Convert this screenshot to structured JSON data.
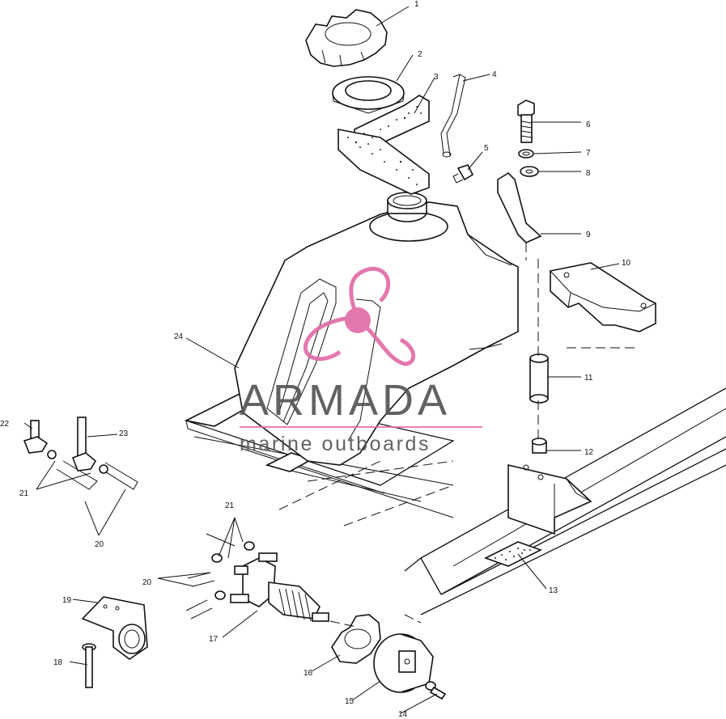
{
  "watermark": {
    "brand": "ARMADA",
    "tagline": "marine outboards",
    "accent_color": "#e06aa6",
    "logo_icon": "propeller-icon"
  },
  "callouts": {
    "c1": "1",
    "c2": "2",
    "c3": "3",
    "c4": "4",
    "c5": "5",
    "c6": "6",
    "c7": "7",
    "c8": "8",
    "c9": "9",
    "c10": "10",
    "c11": "11",
    "c12": "12",
    "c13": "13",
    "c14": "14",
    "c15": "15",
    "c16": "16",
    "c17": "17",
    "c18": "18",
    "c19": "19",
    "c20a": "20",
    "c20b": "20",
    "c21a": "21",
    "c21b": "21",
    "c22": "22",
    "c23": "23",
    "c24": "24"
  }
}
